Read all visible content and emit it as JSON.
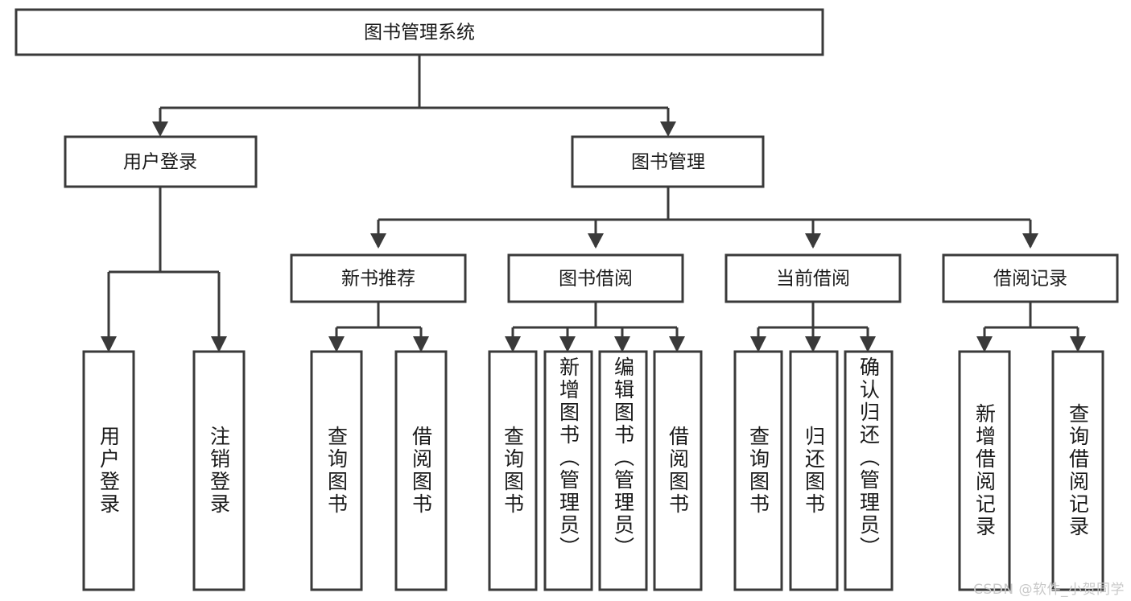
{
  "diagram": {
    "title": "图书管理系统",
    "type": "tree",
    "watermark": "CSDN @软件_小贺同学",
    "colors": {
      "box_stroke": "#3a3a3a",
      "box_fill": "#ffffff",
      "text": "#1a1a1a",
      "watermark": "#c9c9c9",
      "background": "#ffffff"
    },
    "levels": {
      "root": {
        "label": "图书管理系统"
      },
      "level2": [
        {
          "label": "用户登录"
        },
        {
          "label": "图书管理"
        }
      ],
      "level3": [
        {
          "label": "新书推荐"
        },
        {
          "label": "图书借阅"
        },
        {
          "label": "当前借阅"
        },
        {
          "label": "借阅记录"
        }
      ],
      "leaves": {
        "user_login": [
          {
            "label": "用户登录"
          },
          {
            "label": "注销登录"
          }
        ],
        "new_book_rec": [
          {
            "label": "查询图书"
          },
          {
            "label": "借阅图书"
          }
        ],
        "book_borrow": [
          {
            "label": "查询图书"
          },
          {
            "label": "新增图书（管理员）"
          },
          {
            "label": "编辑图书（管理员）"
          },
          {
            "label": "借阅图书"
          }
        ],
        "current_borrow": [
          {
            "label": "查询图书"
          },
          {
            "label": "归还图书"
          },
          {
            "label": "确认归还（管理员）"
          }
        ],
        "borrow_record": [
          {
            "label": "新增借阅记录"
          },
          {
            "label": "查询借阅记录"
          }
        ]
      }
    }
  }
}
